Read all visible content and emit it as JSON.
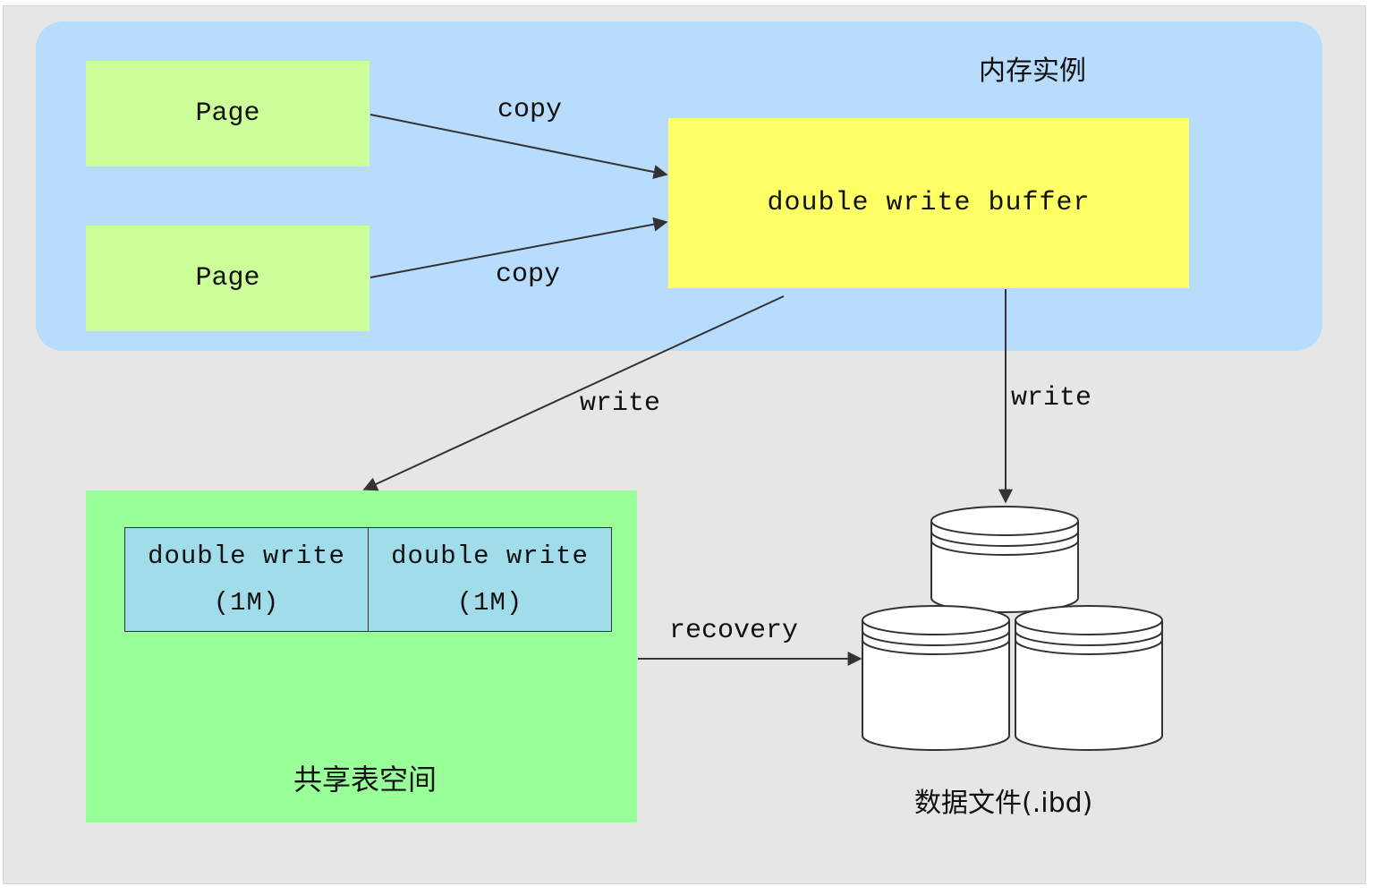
{
  "memory_instance": {
    "label": "内存实例"
  },
  "pages": [
    {
      "label": "Page"
    },
    {
      "label": "Page"
    }
  ],
  "double_write_buffer": {
    "label": "double write buffer"
  },
  "edges": {
    "copy_top": "copy",
    "copy_bottom": "copy",
    "write_left": "write",
    "write_right": "write",
    "recovery": "recovery"
  },
  "shared_tablespace": {
    "label": "共享表空间",
    "segments": [
      {
        "line1": "double write",
        "line2": "(1M)"
      },
      {
        "line1": "double write",
        "line2": "(1M)"
      }
    ]
  },
  "data_files": {
    "label": "数据文件(.ibd)"
  },
  "colors": {
    "memory_bg": "#b7dcfc",
    "page_bg": "#ccff99",
    "buffer_bg": "#ffff66",
    "shared_bg": "#99ff99",
    "segment_bg": "#a0dcea"
  }
}
